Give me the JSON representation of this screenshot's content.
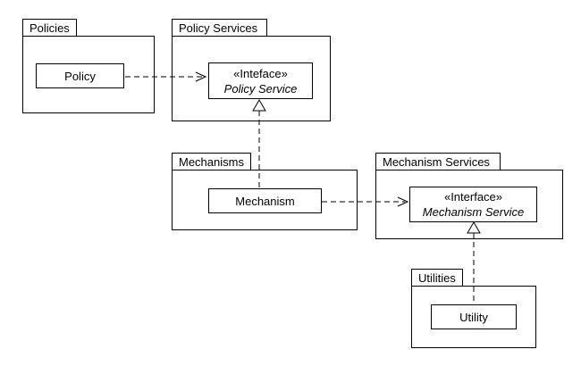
{
  "diagram": {
    "packages": {
      "policies": {
        "label": "Policies"
      },
      "policy_services": {
        "label": "Policy Services"
      },
      "mechanisms": {
        "label": "Mechanisms"
      },
      "mechanism_services": {
        "label": "Mechanism Services"
      },
      "utilities": {
        "label": "Utilities"
      }
    },
    "classes": {
      "policy": {
        "label": "Policy"
      },
      "mechanism": {
        "label": "Mechanism"
      },
      "utility": {
        "label": "Utility"
      }
    },
    "interfaces": {
      "policy_service": {
        "stereotype": "«Inteface»",
        "name": "Policy Service"
      },
      "mechanism_service": {
        "stereotype": "«Interface»",
        "name": "Mechanism Service"
      }
    },
    "edges": [
      {
        "from": "Policy",
        "to": "Policy Service",
        "type": "dependency-dashed-arrow"
      },
      {
        "from": "Mechanism",
        "to": "Policy Service",
        "type": "realization-dashed-triangle"
      },
      {
        "from": "Mechanism",
        "to": "Mechanism Service",
        "type": "dependency-dashed-arrow"
      },
      {
        "from": "Utility",
        "to": "Mechanism Service",
        "type": "realization-dashed-triangle"
      }
    ]
  }
}
